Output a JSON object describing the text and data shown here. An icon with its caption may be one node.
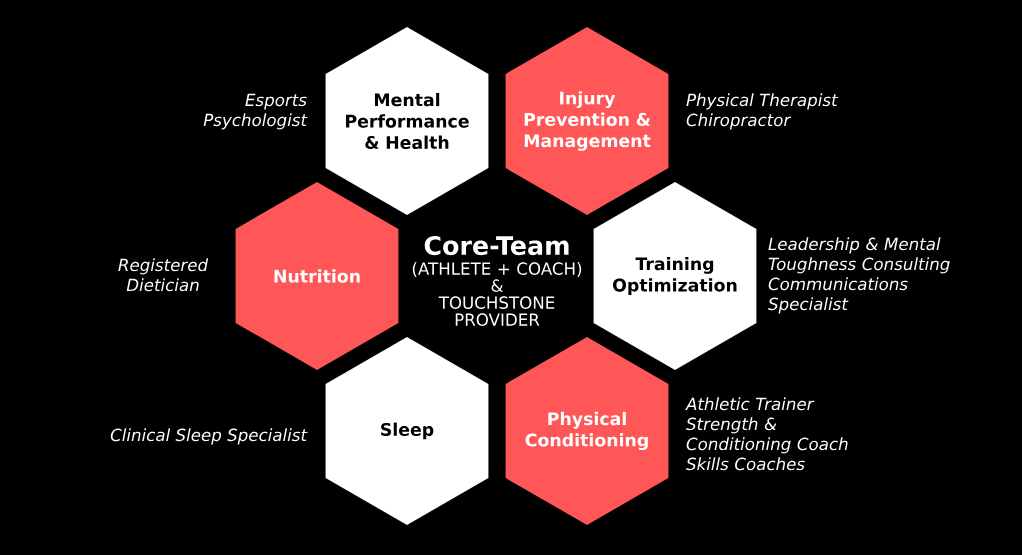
{
  "diagram": {
    "nodes": [
      {
        "text": [
          "Mental Performance & Health"
        ],
        "beside": [
          "Esports Psychologist"
        ]
      },
      {
        "text": [
          "Injury Prevention & Management"
        ],
        "beside": [
          "Physical Therapist",
          "Chiropractor"
        ]
      },
      {
        "text": [
          "Nutrition"
        ],
        "beside": [
          "Registered Dietician"
        ]
      },
      {
        "text": [
          "Core-Team",
          "(ATHLETE + COACH)",
          "&",
          "TOUCHSTONE PROVIDER"
        ]
      },
      {
        "text": [
          "Training Optimization"
        ],
        "beside": [
          "Leadership & Mental Toughness Consulting",
          "Communications Specialist"
        ]
      },
      {
        "text": [
          "Sleep"
        ],
        "beside": [
          "Clinical Sleep Specialist"
        ]
      },
      {
        "text": [
          "Physical Conditioning"
        ],
        "beside": [
          "Athletic Trainer",
          "Strength & Conditioning Coach",
          "Skills Coaches"
        ]
      }
    ]
  }
}
